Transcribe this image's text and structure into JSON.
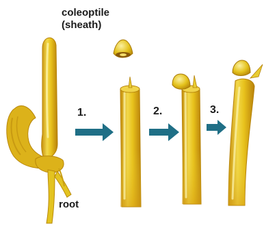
{
  "labels": {
    "coleoptile": "coleoptile",
    "sheath": "(sheath)",
    "root": "root"
  },
  "steps": [
    "1.",
    "2.",
    "3."
  ],
  "colors": {
    "plant_yellow": "#e6c418",
    "plant_shadow": "#c79410",
    "plant_highlight": "#f7ea86",
    "arrow_blue": "#1f6f86"
  },
  "icons": [
    "arrow-right-icon"
  ]
}
